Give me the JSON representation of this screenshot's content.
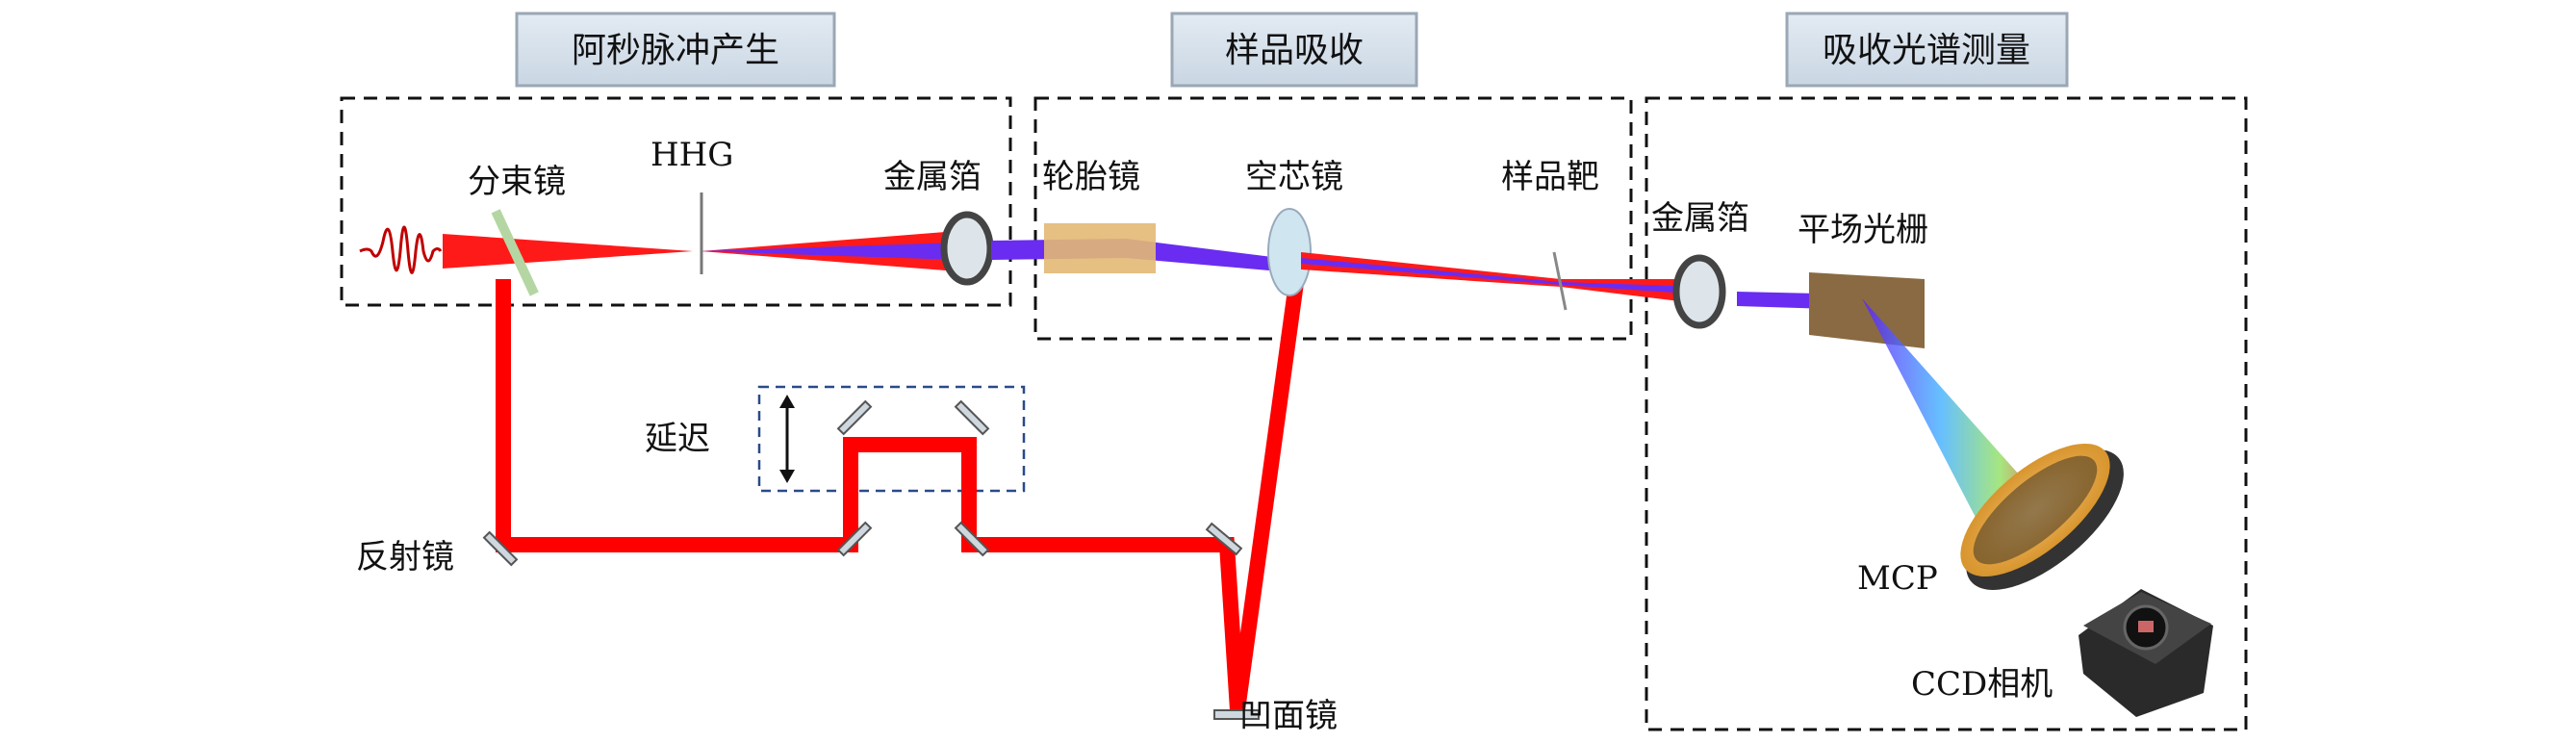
{
  "sections": {
    "attosecond_generation": "阿秒脉冲产生",
    "sample_absorption": "样品吸收",
    "absorption_spectrum_measurement": "吸收光谱测量"
  },
  "labels": {
    "beam_splitter": "分束镜",
    "hhg": "HHG",
    "metal_foil_1": "金属箔",
    "toroidal_mirror": "轮胎镜",
    "hollow_mirror": "空芯镜",
    "sample_target": "样品靶",
    "metal_foil_2": "金属箔",
    "flat_field_grating": "平场光栅",
    "mcp": "MCP",
    "ccd_camera": "CCD相机",
    "delay": "延迟",
    "reflector": "反射镜",
    "concave_mirror": "凹面镜"
  },
  "colors": {
    "laser_red": "#ff0000",
    "xuv_blue": "#6a2cf0",
    "title_box": "#d6e2ee",
    "delay_box": "#2a4a8a"
  }
}
